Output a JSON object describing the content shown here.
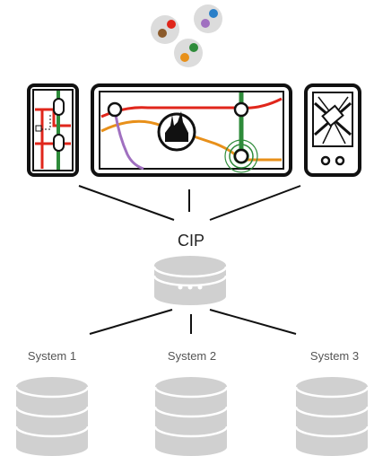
{
  "hub": {
    "label": "CIP",
    "color": "#222222"
  },
  "systems": [
    {
      "label": "System 1"
    },
    {
      "label": "System 2"
    },
    {
      "label": "System 3"
    }
  ],
  "colors": {
    "line": "#111111",
    "database": "#d0d0d0",
    "database_dot": "#ffffff",
    "metro_red": "#e0261b",
    "metro_orange": "#e8901a",
    "metro_green": "#2e8b3a",
    "metro_purple": "#a070c0",
    "label_gray": "#555555"
  },
  "icons": {
    "people": "people-icon",
    "tablet": "tablet-icon",
    "display": "display-icon",
    "smartphone": "smartphone-icon",
    "database": "database-icon"
  }
}
